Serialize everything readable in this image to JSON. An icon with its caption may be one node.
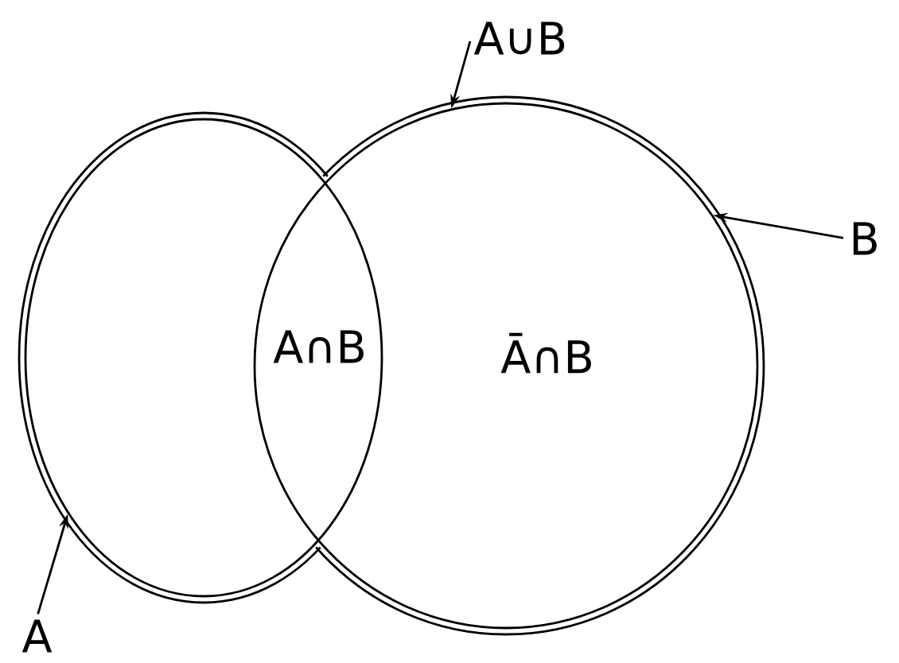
{
  "diagram": {
    "nodes": [
      {
        "text": [],
        "shape": "ellipse"
      },
      {
        "text": [],
        "shape": "ellipse"
      },
      {
        "text": [
          "A∪B"
        ]
      },
      {
        "text": [
          "B"
        ]
      },
      {
        "text": [
          "A"
        ]
      }
    ],
    "edges": [
      {
        "from": 2,
        "to": 1,
        "arrow": "to"
      },
      {
        "from": 3,
        "to": 1,
        "arrow": "to"
      },
      {
        "from": 4,
        "to": 0,
        "arrow": "to"
      }
    ],
    "labels": [
      "A∩B",
      "Ā∩B"
    ]
  }
}
